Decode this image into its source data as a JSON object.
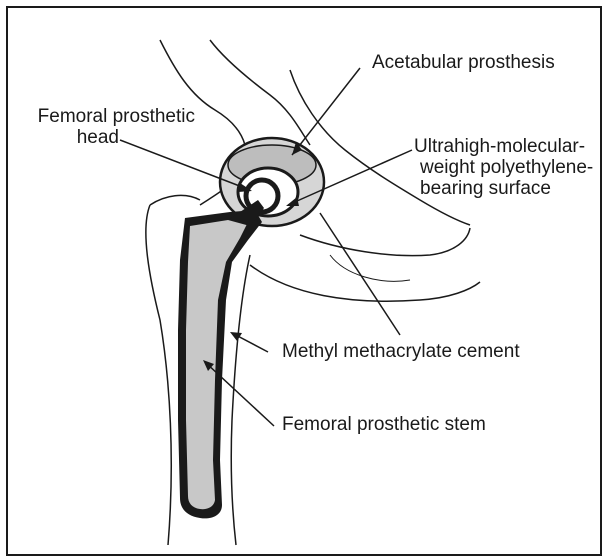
{
  "labels": {
    "acetabular": "Acetabular prosthesis",
    "femoral_head_line1": "Femoral prosthetic",
    "femoral_head_line2": "head",
    "bearing_line1": "Ultrahigh-molecular-",
    "bearing_line2": "weight polyethylene-",
    "bearing_line3": "bearing surface",
    "cement": "Methyl methacrylate cement",
    "stem": "Femoral prosthetic stem"
  },
  "colors": {
    "ink": "#1a1a1a",
    "stem_fill": "#c8c8c8",
    "cup_fill": "#d6d6d6"
  }
}
